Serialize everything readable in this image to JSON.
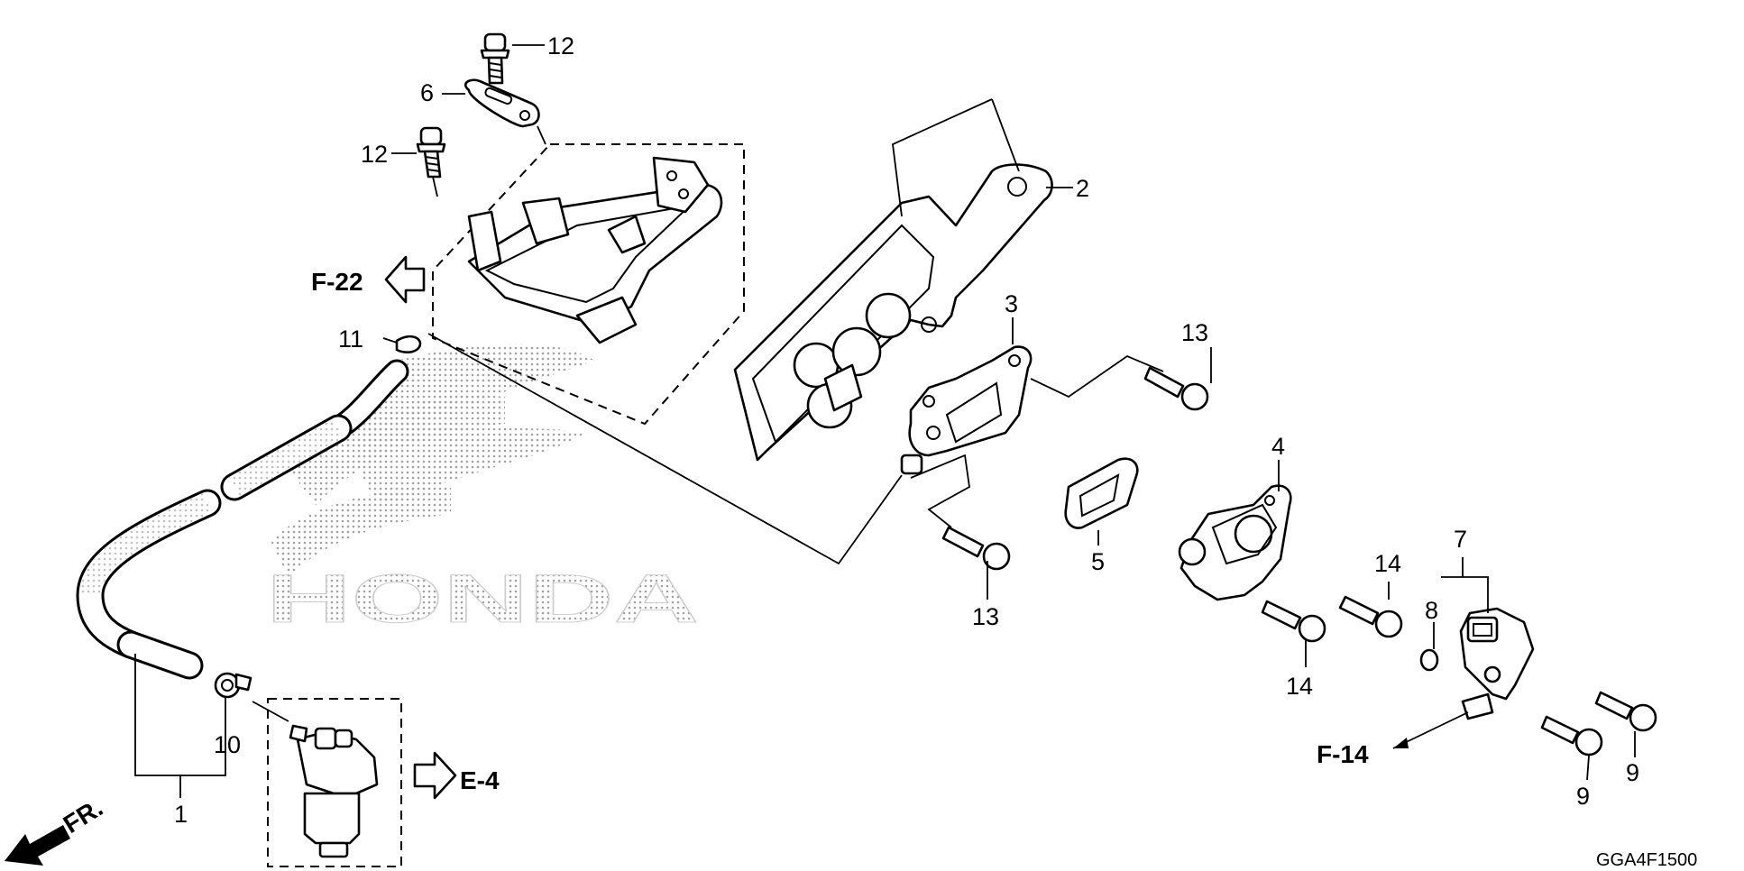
{
  "diagram": {
    "watermark": "HONDA",
    "drawing_code": "GGA4F1500",
    "front_label": "FR.",
    "references": {
      "f22": "F-22",
      "e4": "E-4",
      "f14": "F-14"
    },
    "callouts": {
      "c1": "1",
      "c2": "2",
      "c3": "3",
      "c4": "4",
      "c5": "5",
      "c6": "6",
      "c7": "7",
      "c8": "8",
      "c9a": "9",
      "c9b": "9",
      "c10": "10",
      "c11": "11",
      "c12a": "12",
      "c12b": "12",
      "c13a": "13",
      "c13b": "13",
      "c14a": "14",
      "c14b": "14"
    },
    "colors": {
      "line": "#000000",
      "watermark": "#c8c8c8",
      "background": "#ffffff"
    },
    "icons": [
      "arrow-left-icon",
      "arrow-right-icon",
      "front-direction-arrow-icon"
    ]
  }
}
